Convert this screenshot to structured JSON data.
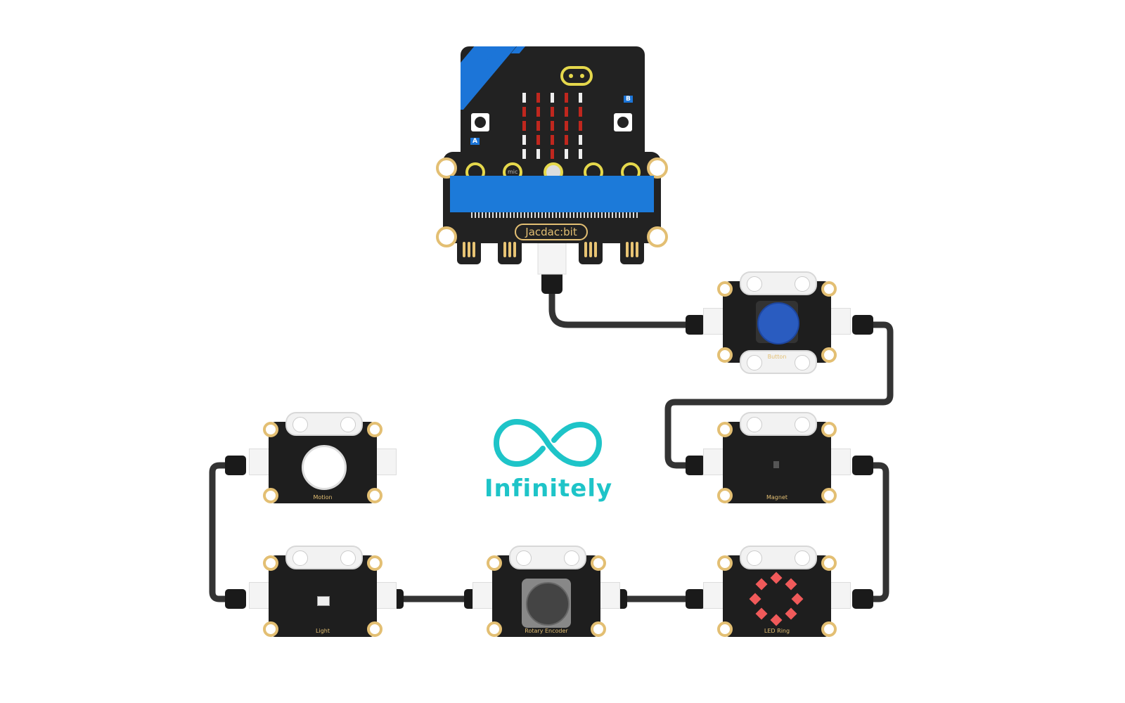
{
  "hub": {
    "name": "Jacdac:bit",
    "mic_label": "mic",
    "button_a": "A",
    "button_b": "B"
  },
  "modules": [
    {
      "label": "Button"
    },
    {
      "label": "Magnet"
    },
    {
      "label": "LED Ring"
    },
    {
      "label": "Rotary Encoder"
    },
    {
      "label": "Light"
    },
    {
      "label": "Motion"
    }
  ],
  "brand": {
    "text": "Infinitely",
    "color": "#1ec4c8"
  },
  "colors": {
    "cable": "#333333",
    "gold": "#e3bf73",
    "blue": "#1c75d8"
  }
}
